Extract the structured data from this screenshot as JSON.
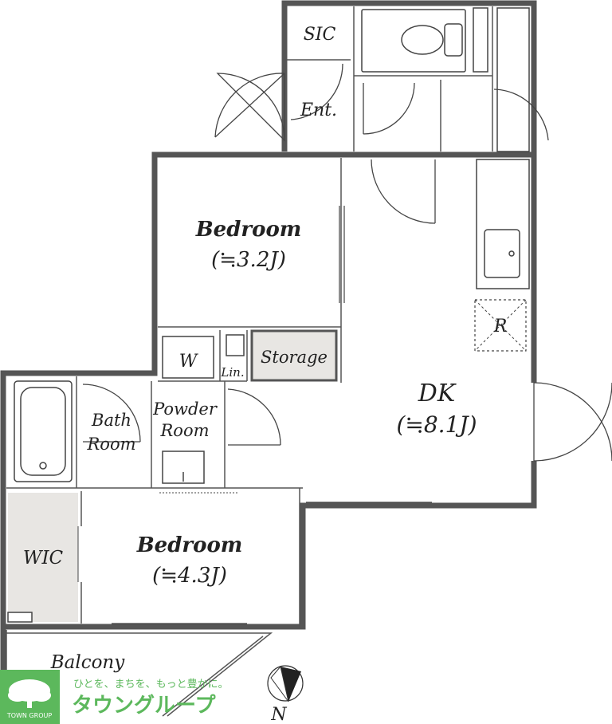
{
  "rooms": {
    "sic": "SIC",
    "entrance": "Ent.",
    "bedroom1_name": "Bedroom",
    "bedroom1_size": "(≒3.2J)",
    "storage": "Storage",
    "washer": "W",
    "linen": "Lin.",
    "powder_line1": "Powder",
    "powder_line2": "Room",
    "bath_line1": "Bath",
    "bath_line2": "Room",
    "dk_name": "DK",
    "dk_size": "(≒8.1J)",
    "fridge": "R",
    "wic": "WIC",
    "bedroom2_name": "Bedroom",
    "bedroom2_size": "(≒4.3J)",
    "balcony": "Balcony"
  },
  "compass": {
    "north": "N"
  },
  "logo": {
    "tagline": "ひとを、まちを、もっと豊かに。",
    "brand": "タウングループ",
    "mark_text": "TOWN GROUP"
  },
  "colors": {
    "wall": "#555555",
    "shaded_room": "#e8e6e3",
    "logo_green": "#5cb85c"
  }
}
